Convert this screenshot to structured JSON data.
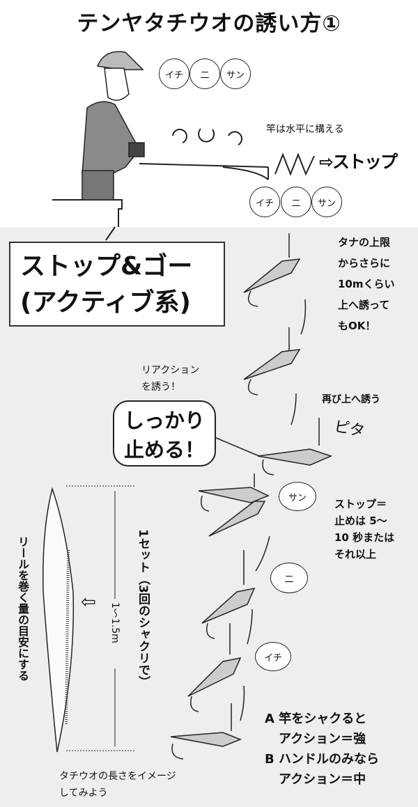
{
  "title": "テンヤタチウオの誘い方①",
  "top_counts": [
    "イチ",
    "二",
    "サン"
  ],
  "rod_note": "竿は水平に構える",
  "stop_label": "⇨ストップ",
  "bottom_counts": [
    "イチ",
    "二",
    "サン"
  ],
  "method_box": {
    "line1": "ストップ&ゴー",
    "line2": "(アクティブ系)"
  },
  "upper_limit_note": [
    "タナの上限",
    "からさらに",
    "10mくらい",
    "上へ誘って",
    "もOK！"
  ],
  "reaction_note": [
    "リアクション",
    "を誘う！"
  ],
  "again_note": "再び上へ誘う",
  "stop_bubble": [
    "しっかり",
    "止める！"
  ],
  "pita_sfx": "ピタ",
  "lure_counts": [
    "サン",
    "二",
    "イチ"
  ],
  "stop_note": [
    "ストップ＝",
    "止めは 5〜",
    "10 秒または",
    "それ以上"
  ],
  "reel_note": "リールを巻く量の目安にする",
  "length_label": "1〜1.5m",
  "set_note": "1セット（3回のシャクリで）",
  "action_note": [
    "A 竿をシャクると",
    "アクション＝強",
    "B ハンドルのみなら",
    "アクション＝中"
  ],
  "length_caption": [
    "タチウオの長さをイメージ",
    "してみよう"
  ]
}
